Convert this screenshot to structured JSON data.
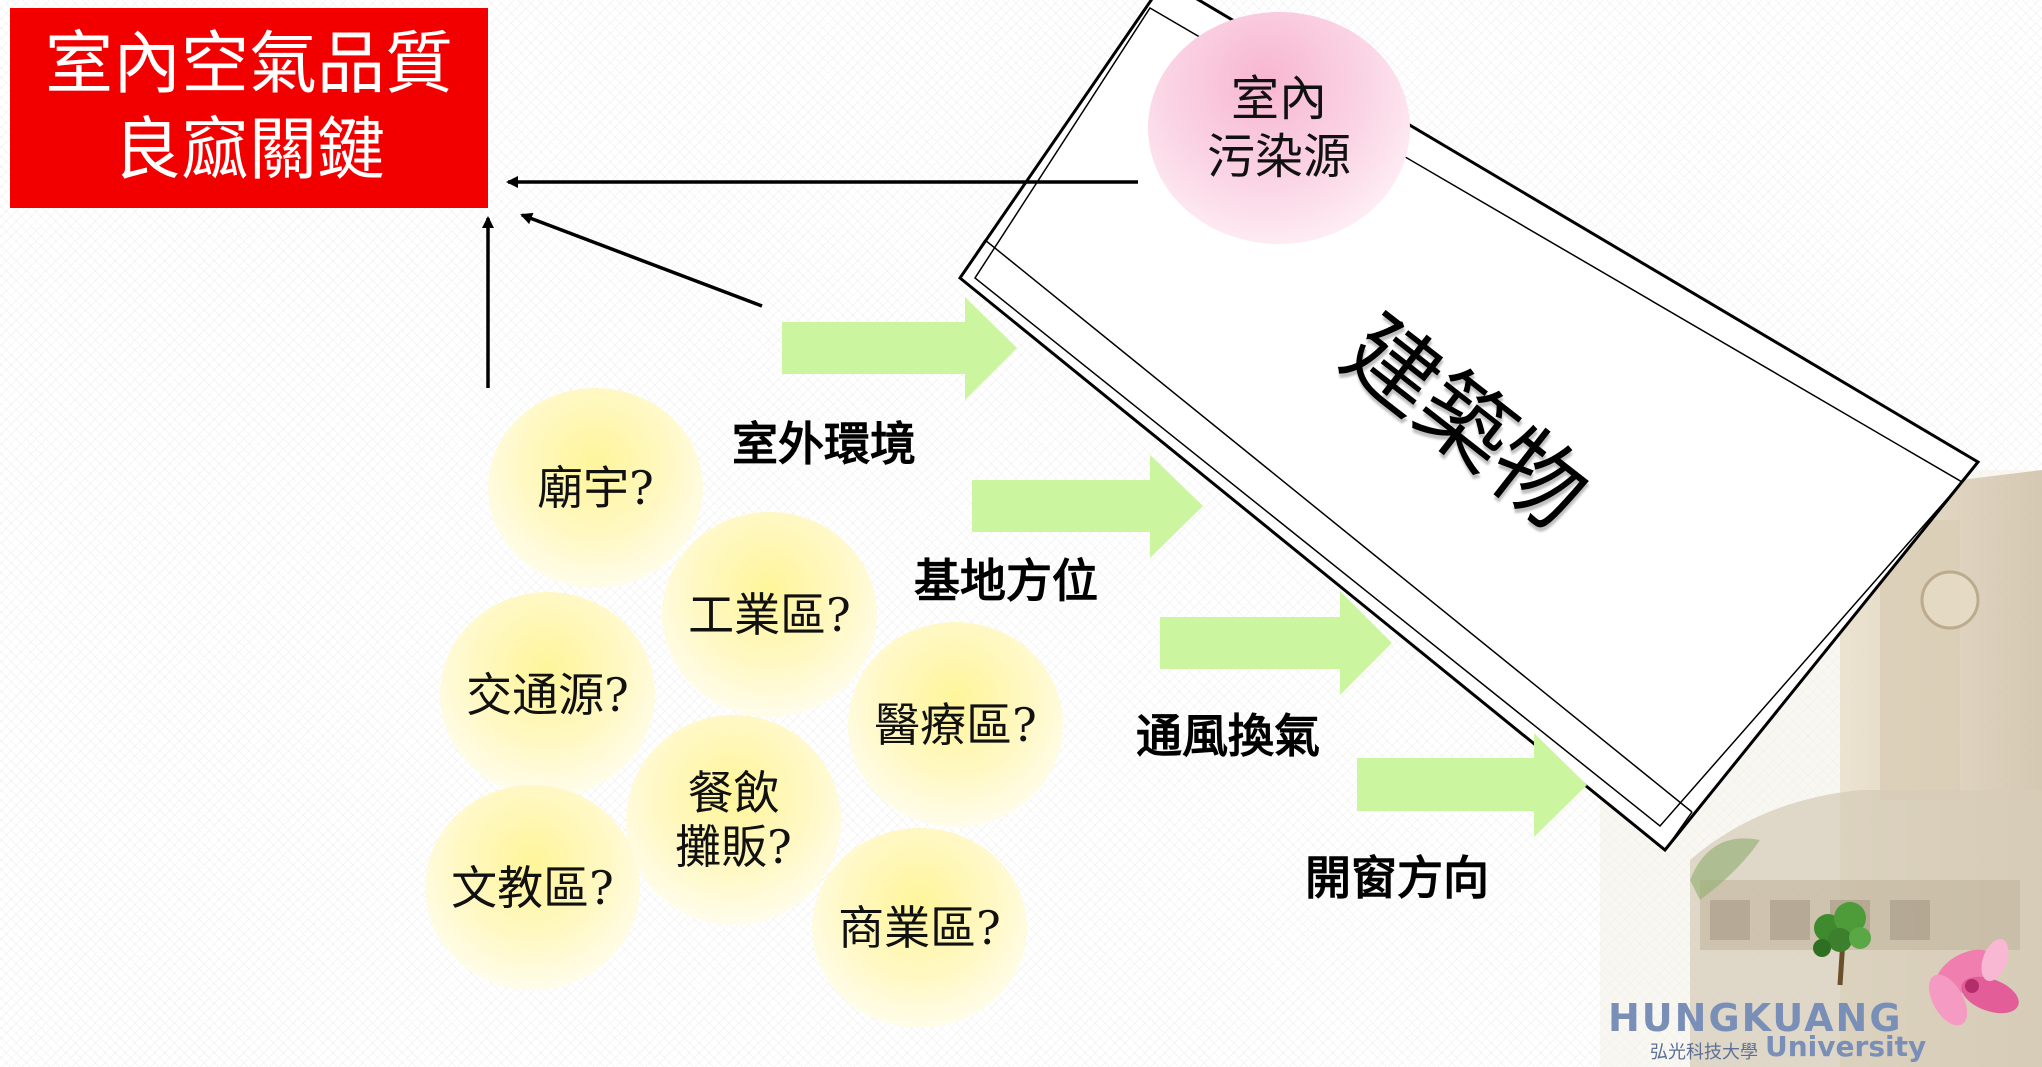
{
  "title": {
    "line1": "室內空氣品質",
    "line2": "良窳關鍵"
  },
  "indoor_source": {
    "line1": "室內",
    "line2": "污染源"
  },
  "building_label": "建築物",
  "factors": {
    "outdoor": "室外環境",
    "orientation": "基地方位",
    "ventilation": "通風換氣",
    "window": "開窗方向"
  },
  "sources": {
    "temple": "廟宇?",
    "industrial": "工業區?",
    "traffic": "交通源?",
    "medical": "醫療區?",
    "food_line1": "餐飲",
    "food_line2": "攤販?",
    "education": "文教區?",
    "commercial": "商業區?"
  },
  "logo": {
    "word": "HUNGKUANG",
    "sub_cn": "弘光科技大學",
    "sub_en": "University"
  },
  "colors": {
    "title_bg": "#f20000",
    "arrow_green": "#ccf5a0",
    "source_yellow": "#fff59a",
    "indoor_pink": "#f7b6d0"
  }
}
